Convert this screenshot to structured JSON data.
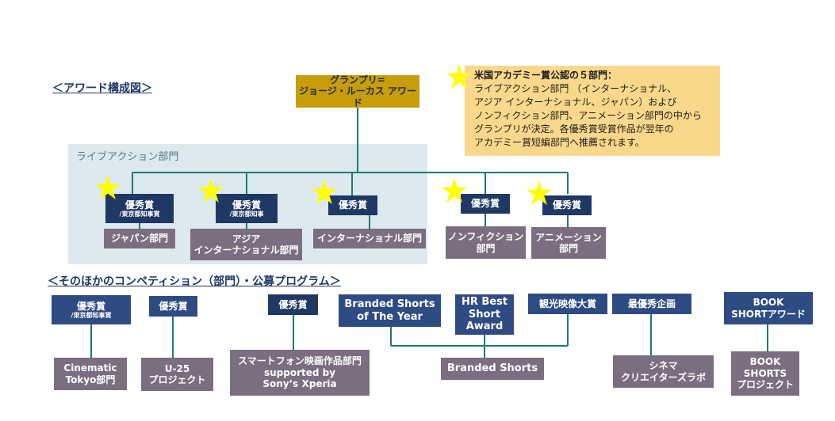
{
  "headings": {
    "award_structure": "＜アワード構成図＞",
    "other_programs": "＜そのほかのコンペティション（部門）・公募プログラム＞"
  },
  "live_action_region_label": "ライブアクション部門",
  "grand_prix": {
    "line1": "グランプリ=",
    "line2": "ジョージ・ルーカス アワード"
  },
  "academy_note": {
    "title": "米国アカデミー賞公認の５部門：",
    "lines": [
      "ライブアクション部門 （インターナショナル、",
      "アジア インターナショナル、ジャパン）および",
      "ノンフィクション部門、アニメーション部門の中から",
      "グランプリが決定。各優秀賞受賞作品が翌年の",
      "アカデミー賞短編部門へ推薦されます。"
    ]
  },
  "main_awards": [
    {
      "award": "優秀賞",
      "sub": "/東京都知事賞",
      "category": "ジャパン部門"
    },
    {
      "award": "優秀賞",
      "sub": "/東京都知事",
      "category": "アジア\nインターナショナル部門"
    },
    {
      "award": "優秀賞",
      "sub": "",
      "category": "インターナショナル部門"
    },
    {
      "award": "優秀賞",
      "sub": "",
      "category": "ノンフィクション\n部門"
    },
    {
      "award": "優秀賞",
      "sub": "",
      "category": "アニメーション\n部門"
    }
  ],
  "other_programs": {
    "cinematic_award": "優秀賞",
    "cinematic_award_sub": "/東京都知事賞",
    "cinematic_category": "Cinematic\nTokyo部門",
    "u25_award": "優秀賞",
    "u25_category": "U-25\nプロジェクト",
    "smartphone_award": "優秀賞",
    "smartphone_category": "スマートフォン映画作品部門\nsupported by\nSony’s Xperia",
    "branded_year": "Branded Shorts\nof The Year",
    "hr_best": "HR Best\nShort\nAward",
    "tourism": "観光映像大賞",
    "branded_shorts": "Branded Shorts",
    "best_plan": "最優秀企画",
    "cinema_lab": "シネマ\nクリエイターズラボ",
    "book_award": "BOOK\nSHORTアワード",
    "book_project": "BOOK\nSHORTS\nプロジェクト"
  },
  "colors": {
    "navy": "#1f3864",
    "blue": "#2f4c82",
    "mauve": "#7b6e80",
    "gold": "#c79d0b",
    "connector": "#1e7a73",
    "star": "#ffff00",
    "note": "#fad88b",
    "region": "#dde9ee"
  },
  "icons": [
    "star-icon"
  ]
}
